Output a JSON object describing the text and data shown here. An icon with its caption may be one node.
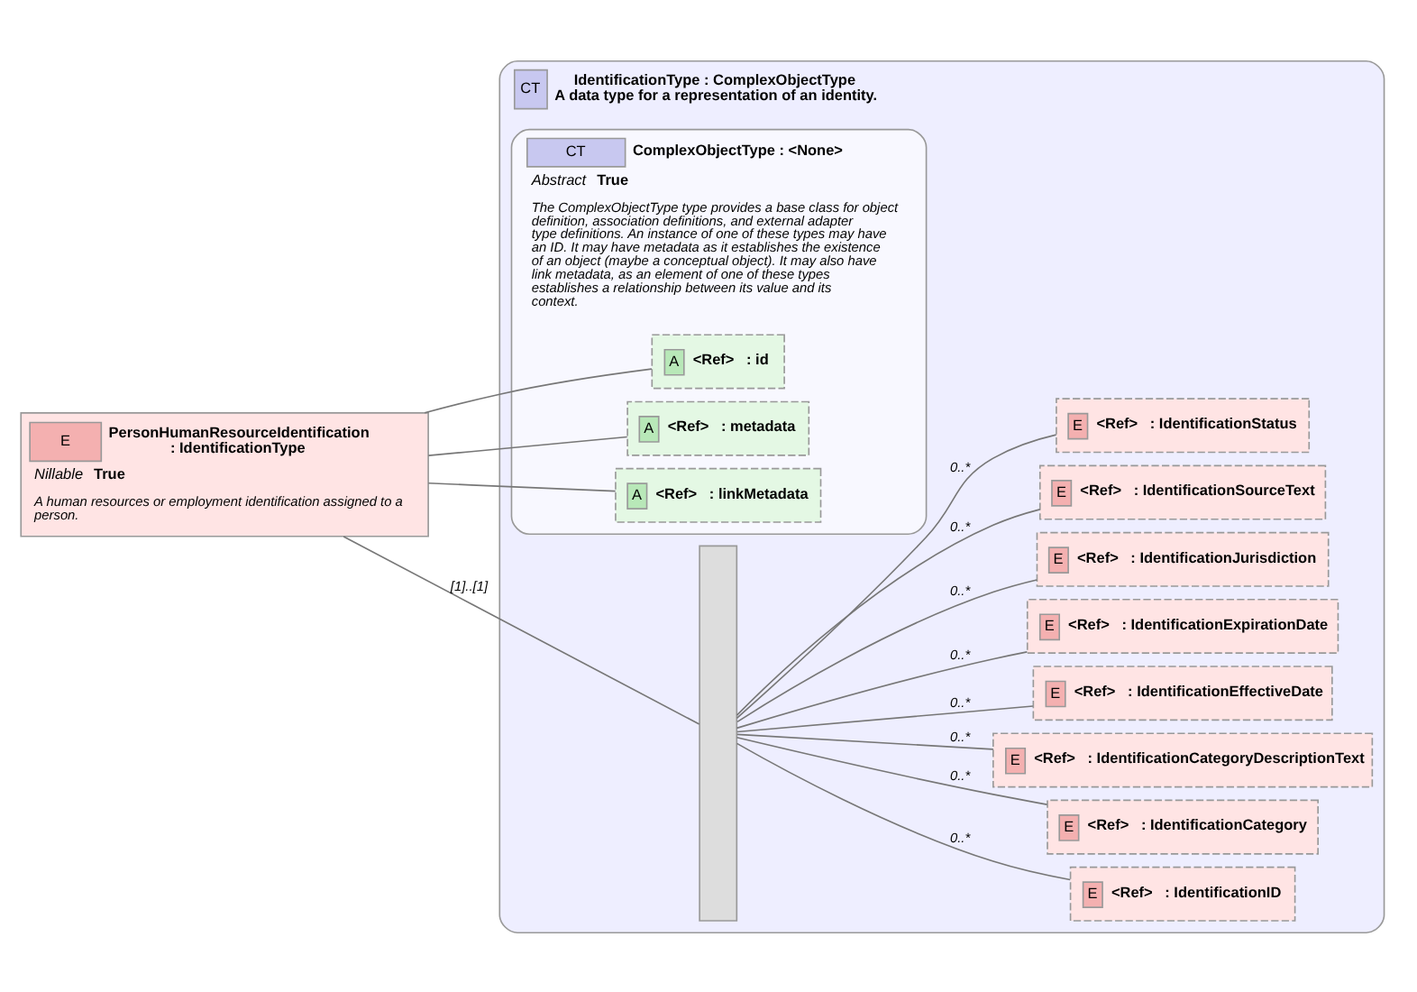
{
  "diagram": {
    "nodes": [
      {
        "text": [
          "E",
          "PersonHumanResourceIdentification",
          ": IdentificationType",
          "Nillable",
          "True",
          "A human resources or employment identification assigned to a person."
        ]
      },
      {
        "text": [
          "CT",
          "IdentificationType : ComplexObjectType",
          "A data type for a representation of an identity."
        ]
      },
      {
        "text": [
          "CT",
          "ComplexObjectType : <None>",
          "Abstract",
          "True",
          "The ComplexObjectType type provides a base class for object definition, association definitions, and external adapter type definitions. An instance of one of these types may have an ID. It may have metadata as it establishes the existence of an object (maybe a conceptual object). It may also have link metadata, as an element of one of these types establishes a relationship between its value and its context."
        ],
        "in": 1
      },
      {
        "text": [
          "A",
          "<Ref>",
          ": id"
        ],
        "in": 2
      },
      {
        "text": [
          "A",
          "<Ref>",
          ": metadata"
        ],
        "in": 2
      },
      {
        "text": [
          "A",
          "<Ref>",
          ": linkMetadata"
        ],
        "in": 2
      },
      {
        "text": [],
        "shape": "bar",
        "in": 1
      },
      {
        "text": [
          "E",
          "<Ref>",
          ": IdentificationID"
        ],
        "in": 1
      },
      {
        "text": [
          "E",
          "<Ref>",
          ": IdentificationCategory"
        ],
        "in": 1
      },
      {
        "text": [
          "E",
          "<Ref>",
          ": IdentificationCategoryDescriptionText"
        ],
        "in": 1
      },
      {
        "text": [
          "E",
          "<Ref>",
          ": IdentificationEffectiveDate"
        ],
        "in": 1
      },
      {
        "text": [
          "E",
          "<Ref>",
          ": IdentificationExpirationDate"
        ],
        "in": 1
      },
      {
        "text": [
          "E",
          "<Ref>",
          ": IdentificationJurisdiction"
        ],
        "in": 1
      },
      {
        "text": [
          "E",
          "<Ref>",
          ": IdentificationSourceText"
        ],
        "in": 1
      },
      {
        "text": [
          "E",
          "<Ref>",
          ": IdentificationStatus"
        ],
        "in": 1
      }
    ],
    "edges": [
      {
        "from": 0,
        "to": 3,
        "arrow": "none"
      },
      {
        "from": 0,
        "to": 4,
        "arrow": "none"
      },
      {
        "from": 0,
        "to": 5,
        "arrow": "none"
      },
      {
        "from": 0,
        "to": 6,
        "arrow": "none",
        "label": "[1]..[1]"
      },
      {
        "from": 6,
        "to": 7,
        "arrow": "none",
        "label": "0..*"
      },
      {
        "from": 6,
        "to": 8,
        "arrow": "none",
        "label": "0..*"
      },
      {
        "from": 6,
        "to": 9,
        "arrow": "none",
        "label": "0..*"
      },
      {
        "from": 6,
        "to": 10,
        "arrow": "none",
        "label": "0..*"
      },
      {
        "from": 6,
        "to": 11,
        "arrow": "none",
        "label": "0..*"
      },
      {
        "from": 6,
        "to": 12,
        "arrow": "none",
        "label": "0..*"
      },
      {
        "from": 6,
        "to": 13,
        "arrow": "none",
        "label": "0..*"
      },
      {
        "from": 6,
        "to": 14,
        "arrow": "none",
        "label": "0..*"
      }
    ]
  }
}
